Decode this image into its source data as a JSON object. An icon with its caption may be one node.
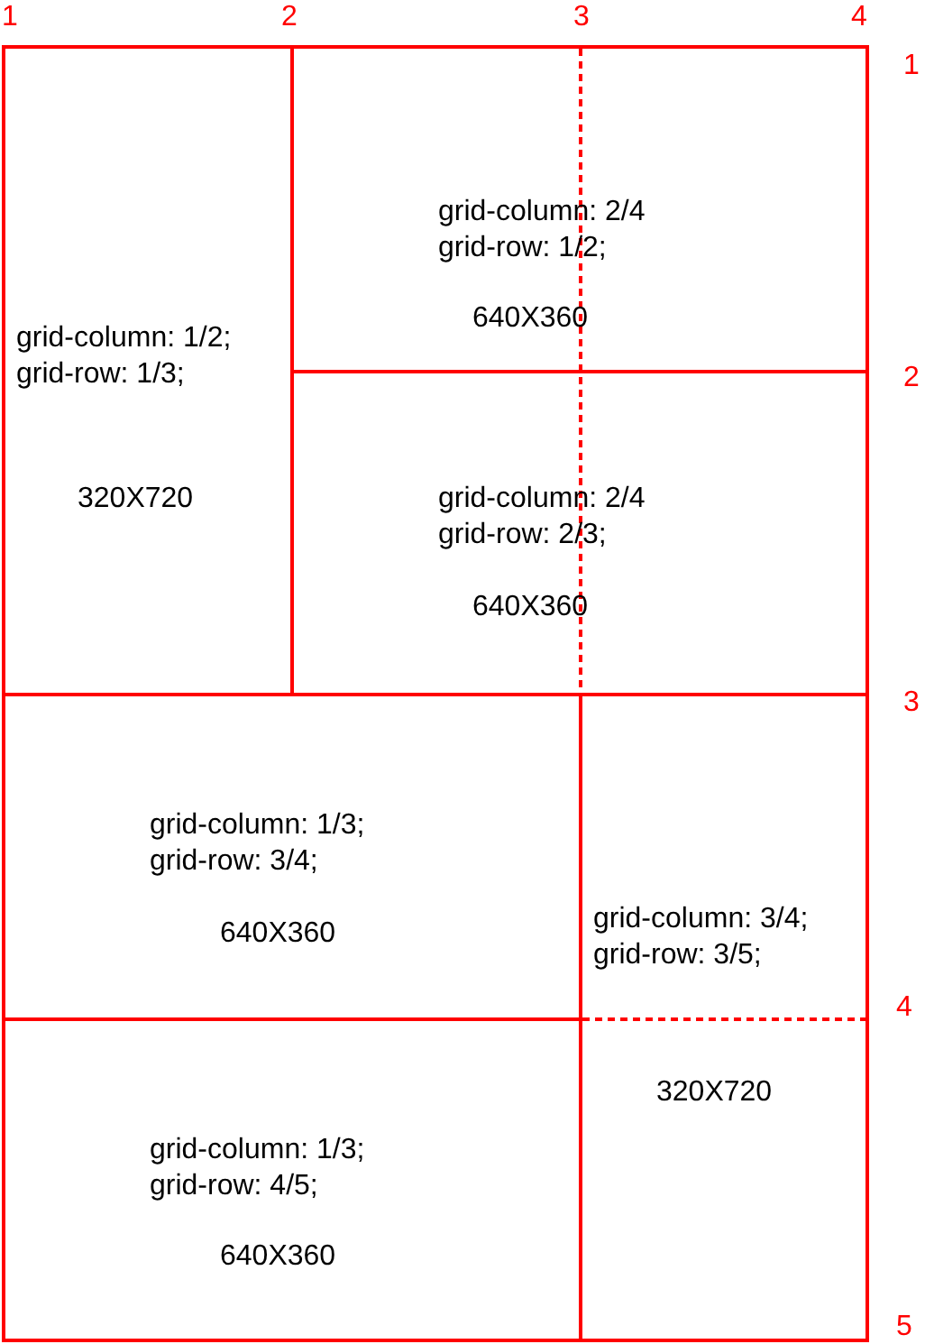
{
  "diagram": {
    "nodes": [
      {
        "text": [
          "grid-column: 1/2;",
          "grid-row: 1/3;",
          "320X720"
        ]
      },
      {
        "text": [
          "grid-column: 2/4",
          "grid-row: 1/2;",
          "640X360"
        ]
      },
      {
        "text": [
          "grid-column: 2/4",
          "grid-row: 2/3;",
          "640X360"
        ]
      },
      {
        "text": [
          "grid-column: 1/3;",
          "grid-row: 3/4;",
          "640X360"
        ]
      },
      {
        "text": [
          "grid-column: 3/4;",
          "grid-row: 3/5;",
          "320X720"
        ]
      },
      {
        "text": [
          "grid-column: 1/3;",
          "grid-row: 4/5;",
          "640X360"
        ]
      }
    ],
    "labels": [
      "1",
      "2",
      "3",
      "4",
      "1",
      "2",
      "3",
      "4",
      "5"
    ]
  }
}
